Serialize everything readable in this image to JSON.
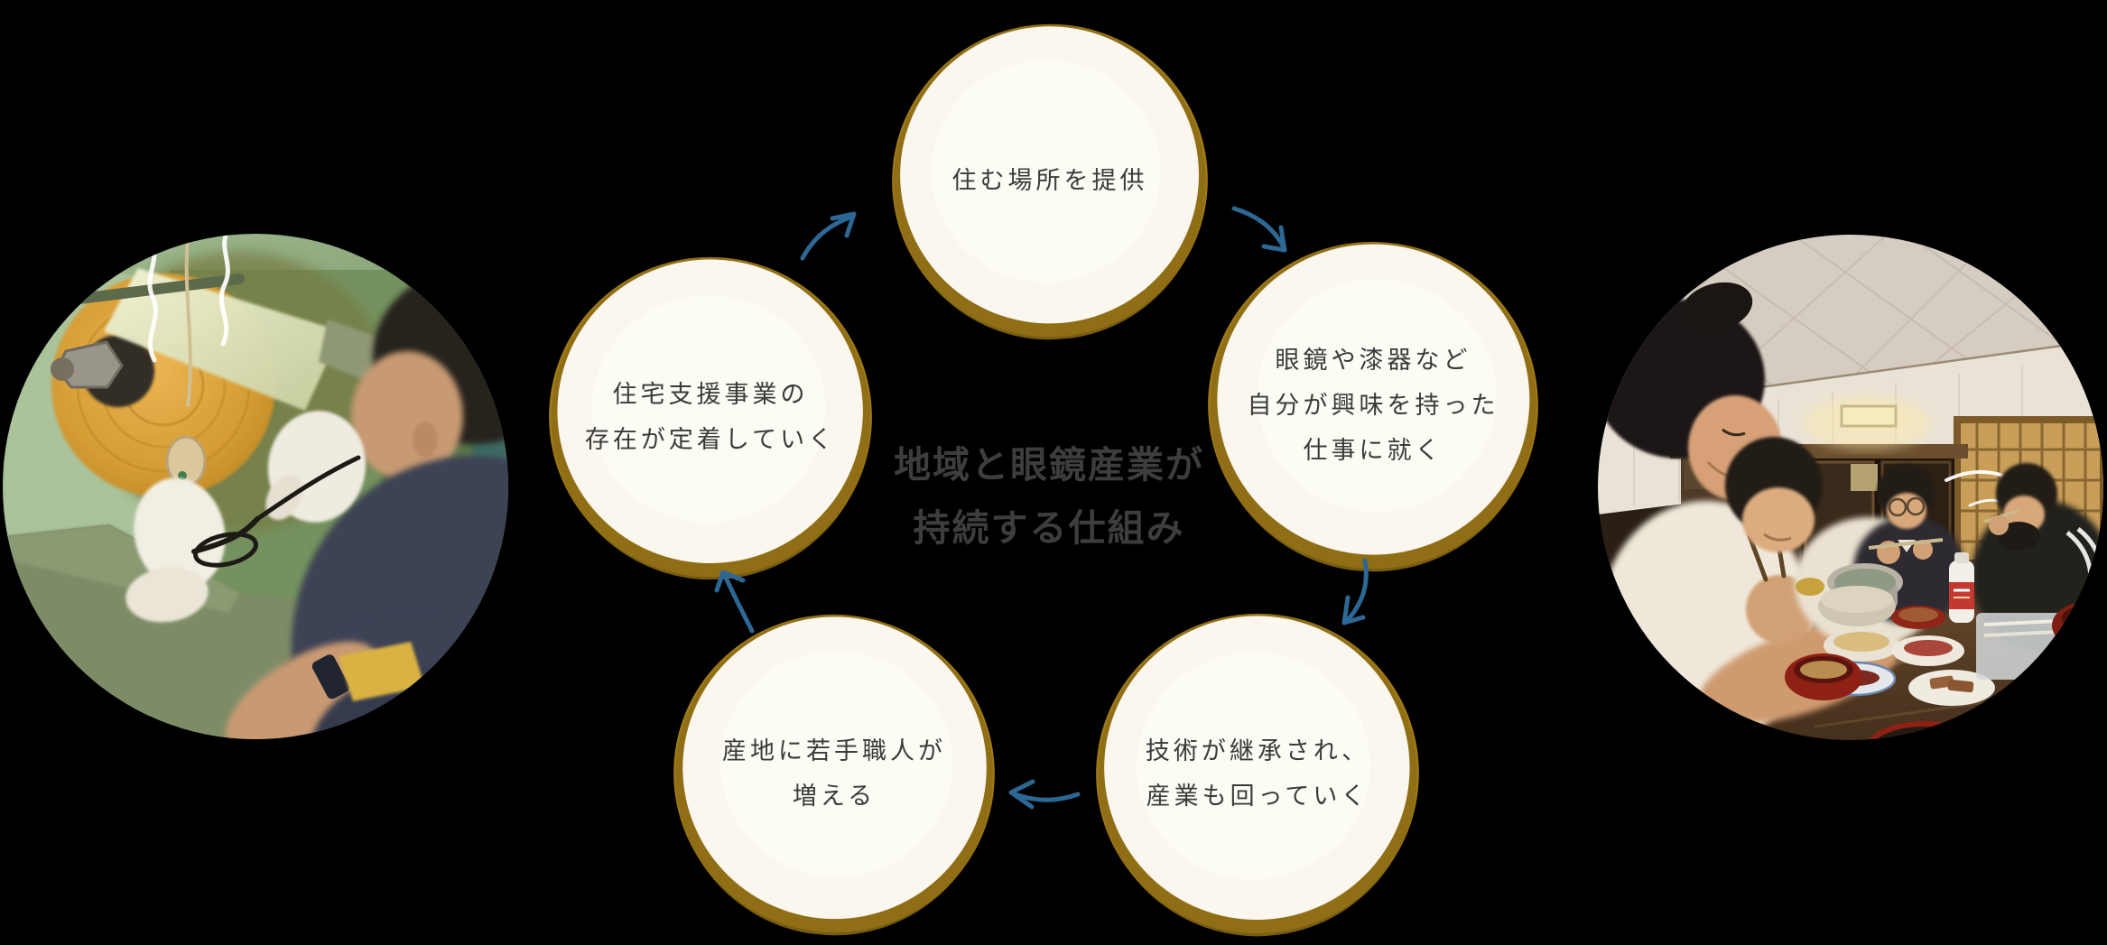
{
  "page": {
    "background_color": "#000000"
  },
  "center_label": {
    "line1": "地域と眼鏡産業が",
    "line2": "持続する仕組み",
    "color": "#3d3d3e"
  },
  "cycle": {
    "node_fill": "#fbf7ee",
    "node_border_color": "#a07a17",
    "text_color": "#3b3b3b",
    "arrow_color": "#2d6793",
    "nodes": [
      {
        "id": "provide-housing",
        "lines": [
          "住む場所を提供"
        ]
      },
      {
        "id": "take-interesting-job",
        "lines": [
          "眼鏡や漆器など",
          "自分が興味を持った",
          "仕事に就く"
        ]
      },
      {
        "id": "skills-passed-on",
        "lines": [
          "技術が継承され、",
          "産業も回っていく"
        ]
      },
      {
        "id": "young-craftsmen-increase",
        "lines": [
          "産地に若手職人が",
          "増える"
        ]
      },
      {
        "id": "housing-support-established",
        "lines": [
          "住宅支援事業の",
          "存在が定着していく"
        ]
      }
    ]
  },
  "photos": {
    "left": {
      "description": "craftsman-polishing-eyeglasses-at-buffing-wheel"
    },
    "right": {
      "description": "residents-sharing-meal-around-low-table"
    }
  }
}
